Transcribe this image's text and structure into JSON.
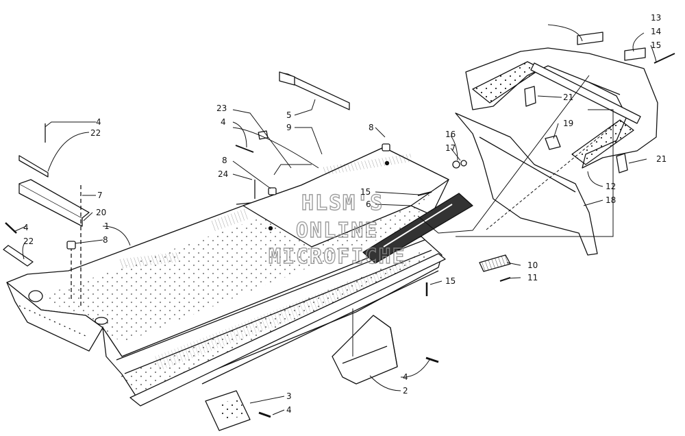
{
  "watermark": {
    "lines": [
      "HLSM'S",
      "ONLINE",
      "MICROFICHE"
    ],
    "color": "#8c8c8c"
  },
  "colors": {
    "line": "#111111",
    "fill": "#ffffff",
    "shade": "#555555"
  },
  "callouts": [
    {
      "key": "c1",
      "label": "1"
    },
    {
      "key": "c2",
      "label": "2"
    },
    {
      "key": "c3",
      "label": "3"
    },
    {
      "key": "c4a",
      "label": "4"
    },
    {
      "key": "c4b",
      "label": "4"
    },
    {
      "key": "c4c",
      "label": "4"
    },
    {
      "key": "c4d",
      "label": "4"
    },
    {
      "key": "c4e",
      "label": "4"
    },
    {
      "key": "c5",
      "label": "5"
    },
    {
      "key": "c6",
      "label": "6"
    },
    {
      "key": "c7",
      "label": "7"
    },
    {
      "key": "c8a",
      "label": "8"
    },
    {
      "key": "c8b",
      "label": "8"
    },
    {
      "key": "c8c",
      "label": "8"
    },
    {
      "key": "c9",
      "label": "9"
    },
    {
      "key": "c10",
      "label": "10"
    },
    {
      "key": "c11",
      "label": "11"
    },
    {
      "key": "c12",
      "label": "12"
    },
    {
      "key": "c13",
      "label": "13"
    },
    {
      "key": "c14",
      "label": "14"
    },
    {
      "key": "c15a",
      "label": "15"
    },
    {
      "key": "c15b",
      "label": "15"
    },
    {
      "key": "c15c",
      "label": "15"
    },
    {
      "key": "c16",
      "label": "16"
    },
    {
      "key": "c17",
      "label": "17"
    },
    {
      "key": "c18",
      "label": "18"
    },
    {
      "key": "c19",
      "label": "19"
    },
    {
      "key": "c20",
      "label": "20"
    },
    {
      "key": "c21a",
      "label": "21"
    },
    {
      "key": "c21b",
      "label": "21"
    },
    {
      "key": "c22a",
      "label": "22"
    },
    {
      "key": "c22b",
      "label": "22"
    },
    {
      "key": "c23",
      "label": "23"
    },
    {
      "key": "c24",
      "label": "24"
    }
  ]
}
